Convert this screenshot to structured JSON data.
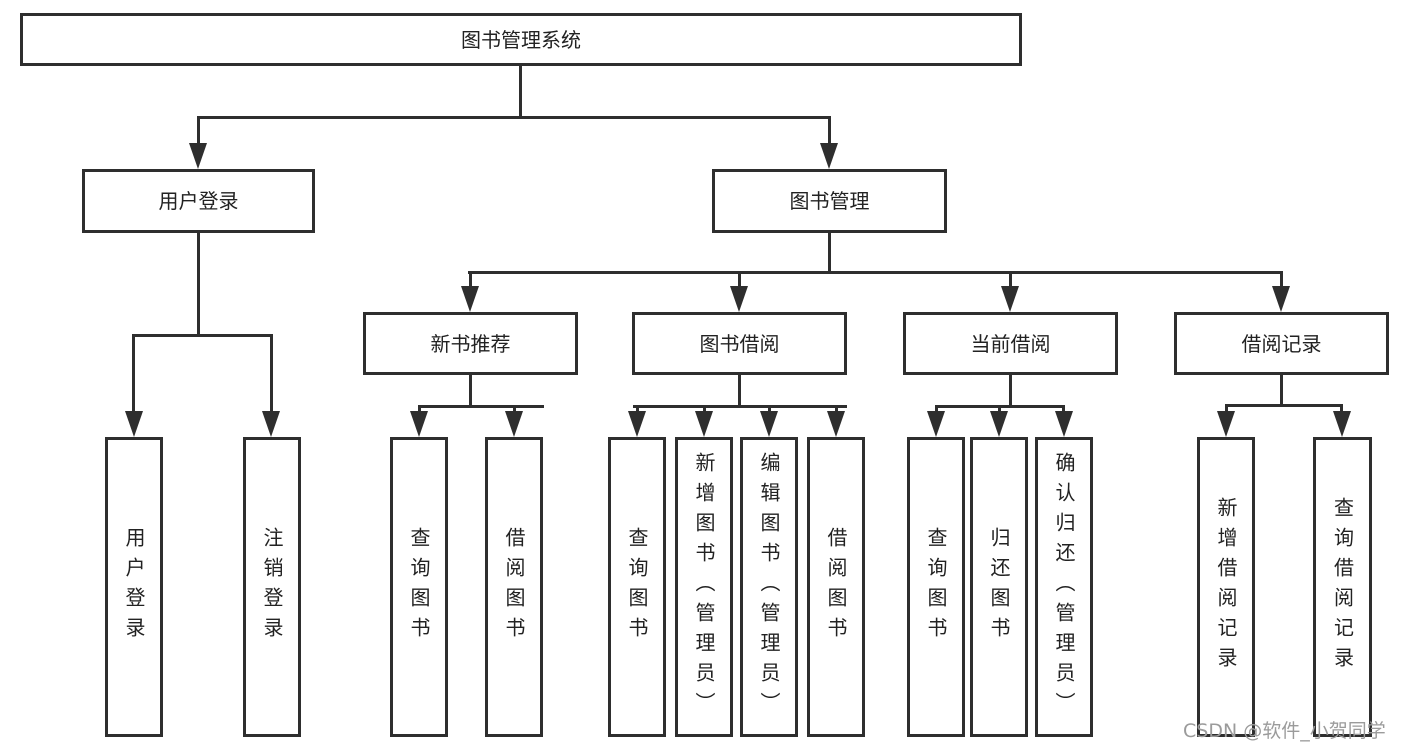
{
  "tree": {
    "label": "图书管理系统",
    "children": [
      {
        "label": "用户登录",
        "children": [
          {
            "label": "用户登录"
          },
          {
            "label": "注销登录"
          }
        ]
      },
      {
        "label": "图书管理",
        "children": [
          {
            "label": "新书推荐",
            "children": [
              {
                "label": "查询图书"
              },
              {
                "label": "借阅图书"
              }
            ]
          },
          {
            "label": "图书借阅",
            "children": [
              {
                "label": "查询图书"
              },
              {
                "label": "新增图书（管理员）"
              },
              {
                "label": "编辑图书（管理员）"
              },
              {
                "label": "借阅图书"
              }
            ]
          },
          {
            "label": "当前借阅",
            "children": [
              {
                "label": "查询图书"
              },
              {
                "label": "归还图书"
              },
              {
                "label": "确认归还（管理员）"
              }
            ]
          },
          {
            "label": "借阅记录",
            "children": [
              {
                "label": "新增借阅记录"
              },
              {
                "label": "查询借阅记录"
              }
            ]
          }
        ]
      }
    ]
  },
  "watermark": {
    "text": "CSDN @软件_小贺同学"
  },
  "colors": {
    "line": "#2e2e2e",
    "box_border": "#2e2e2e",
    "text": "#222222",
    "background": "#ffffff",
    "watermark": "#9b9b9b"
  }
}
